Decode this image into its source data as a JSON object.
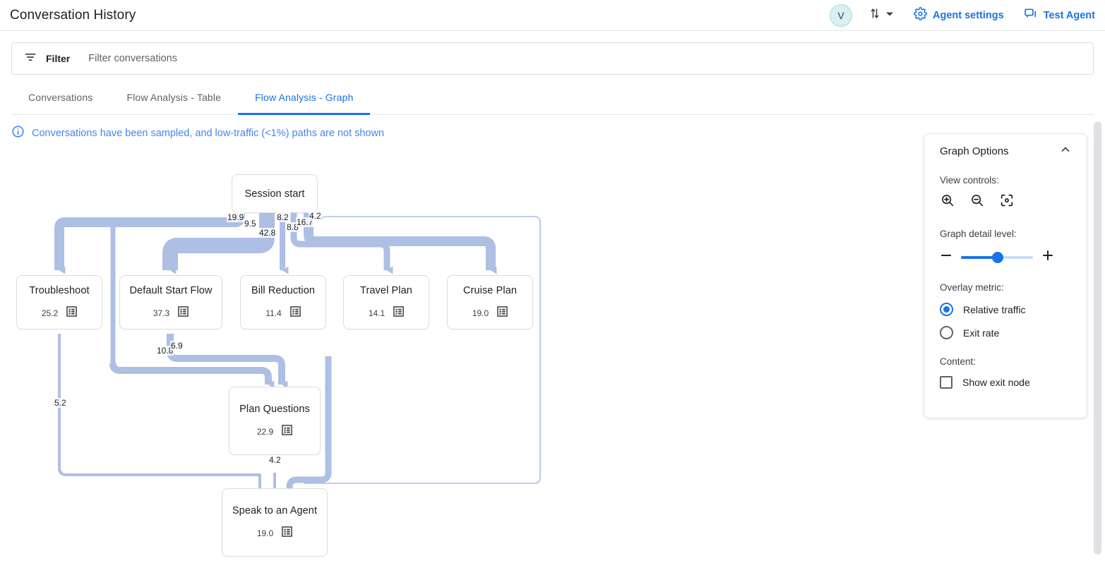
{
  "header": {
    "title": "Conversation History",
    "avatar_initial": "V",
    "sort_icon": "sort-arrows-icon",
    "dropdown_icon": "chevron-down-icon",
    "agent_settings_label": "Agent settings",
    "agent_settings_icon": "gear-icon",
    "test_agent_label": "Test Agent",
    "test_agent_icon": "chat-bubbles-icon"
  },
  "filter": {
    "icon": "filter-icon",
    "label": "Filter",
    "placeholder": "Filter conversations",
    "value": ""
  },
  "tabs": [
    {
      "label": "Conversations",
      "active": false
    },
    {
      "label": "Flow Analysis - Table",
      "active": false
    },
    {
      "label": "Flow Analysis - Graph",
      "active": true
    }
  ],
  "notice": {
    "icon": "info-icon",
    "text": "Conversations have been sampled, and low-traffic (<1%) paths are not shown"
  },
  "graph": {
    "nodes": [
      {
        "id": "session-start",
        "label": "Session start",
        "value": "",
        "has_metric": false,
        "icon": ""
      },
      {
        "id": "troubleshoot",
        "label": "Troubleshoot",
        "value": "25.2",
        "has_metric": true,
        "icon": "list-view-icon"
      },
      {
        "id": "default-start-flow",
        "label": "Default Start Flow",
        "value": "37.3",
        "has_metric": true,
        "icon": "list-view-icon"
      },
      {
        "id": "bill-reduction",
        "label": "Bill Reduction",
        "value": "11.4",
        "has_metric": true,
        "icon": "list-view-icon"
      },
      {
        "id": "travel-plan",
        "label": "Travel Plan",
        "value": "14.1",
        "has_metric": true,
        "icon": "list-view-icon"
      },
      {
        "id": "cruise-plan",
        "label": "Cruise Plan",
        "value": "19.0",
        "has_metric": true,
        "icon": "list-view-icon"
      },
      {
        "id": "plan-questions",
        "label": "Plan Questions",
        "value": "22.9",
        "has_metric": true,
        "icon": "list-view-icon"
      },
      {
        "id": "speak-to-agent",
        "label": "Speak to an Agent",
        "value": "19.0",
        "has_metric": true,
        "icon": "list-view-icon"
      }
    ],
    "edge_labels": [
      {
        "id": "e1",
        "text": "19.9"
      },
      {
        "id": "e2",
        "text": "9.5"
      },
      {
        "id": "e3",
        "text": "42.8"
      },
      {
        "id": "e4",
        "text": "8.2"
      },
      {
        "id": "e5",
        "text": "8.8"
      },
      {
        "id": "e6",
        "text": "16.7"
      },
      {
        "id": "e7",
        "text": "4.2"
      },
      {
        "id": "e8",
        "text": "10.8"
      },
      {
        "id": "e9",
        "text": "6.9"
      },
      {
        "id": "e10",
        "text": "5.2"
      },
      {
        "id": "e11",
        "text": "4.2"
      }
    ]
  },
  "options": {
    "title": "Graph Options",
    "collapse_icon": "chevron-up-icon",
    "view_controls_label": "View controls:",
    "view_controls": [
      {
        "name": "zoom-in-icon"
      },
      {
        "name": "zoom-out-icon"
      },
      {
        "name": "fit-to-screen-icon"
      }
    ],
    "detail_level_label": "Graph detail level:",
    "detail_minus": "minus-icon",
    "detail_plus": "plus-icon",
    "detail_value": 50,
    "overlay_metric_label": "Overlay metric:",
    "overlay_options": [
      {
        "label": "Relative traffic",
        "selected": true
      },
      {
        "label": "Exit rate",
        "selected": false
      }
    ],
    "content_label": "Content:",
    "show_exit_node_label": "Show exit node",
    "show_exit_node_checked": false
  },
  "colors": {
    "accent": "#1a73e8",
    "link_blue": "#4285f4",
    "flow": "#aebfe4",
    "text": "#202124",
    "muted": "#5f6368",
    "border": "#dadce0"
  }
}
